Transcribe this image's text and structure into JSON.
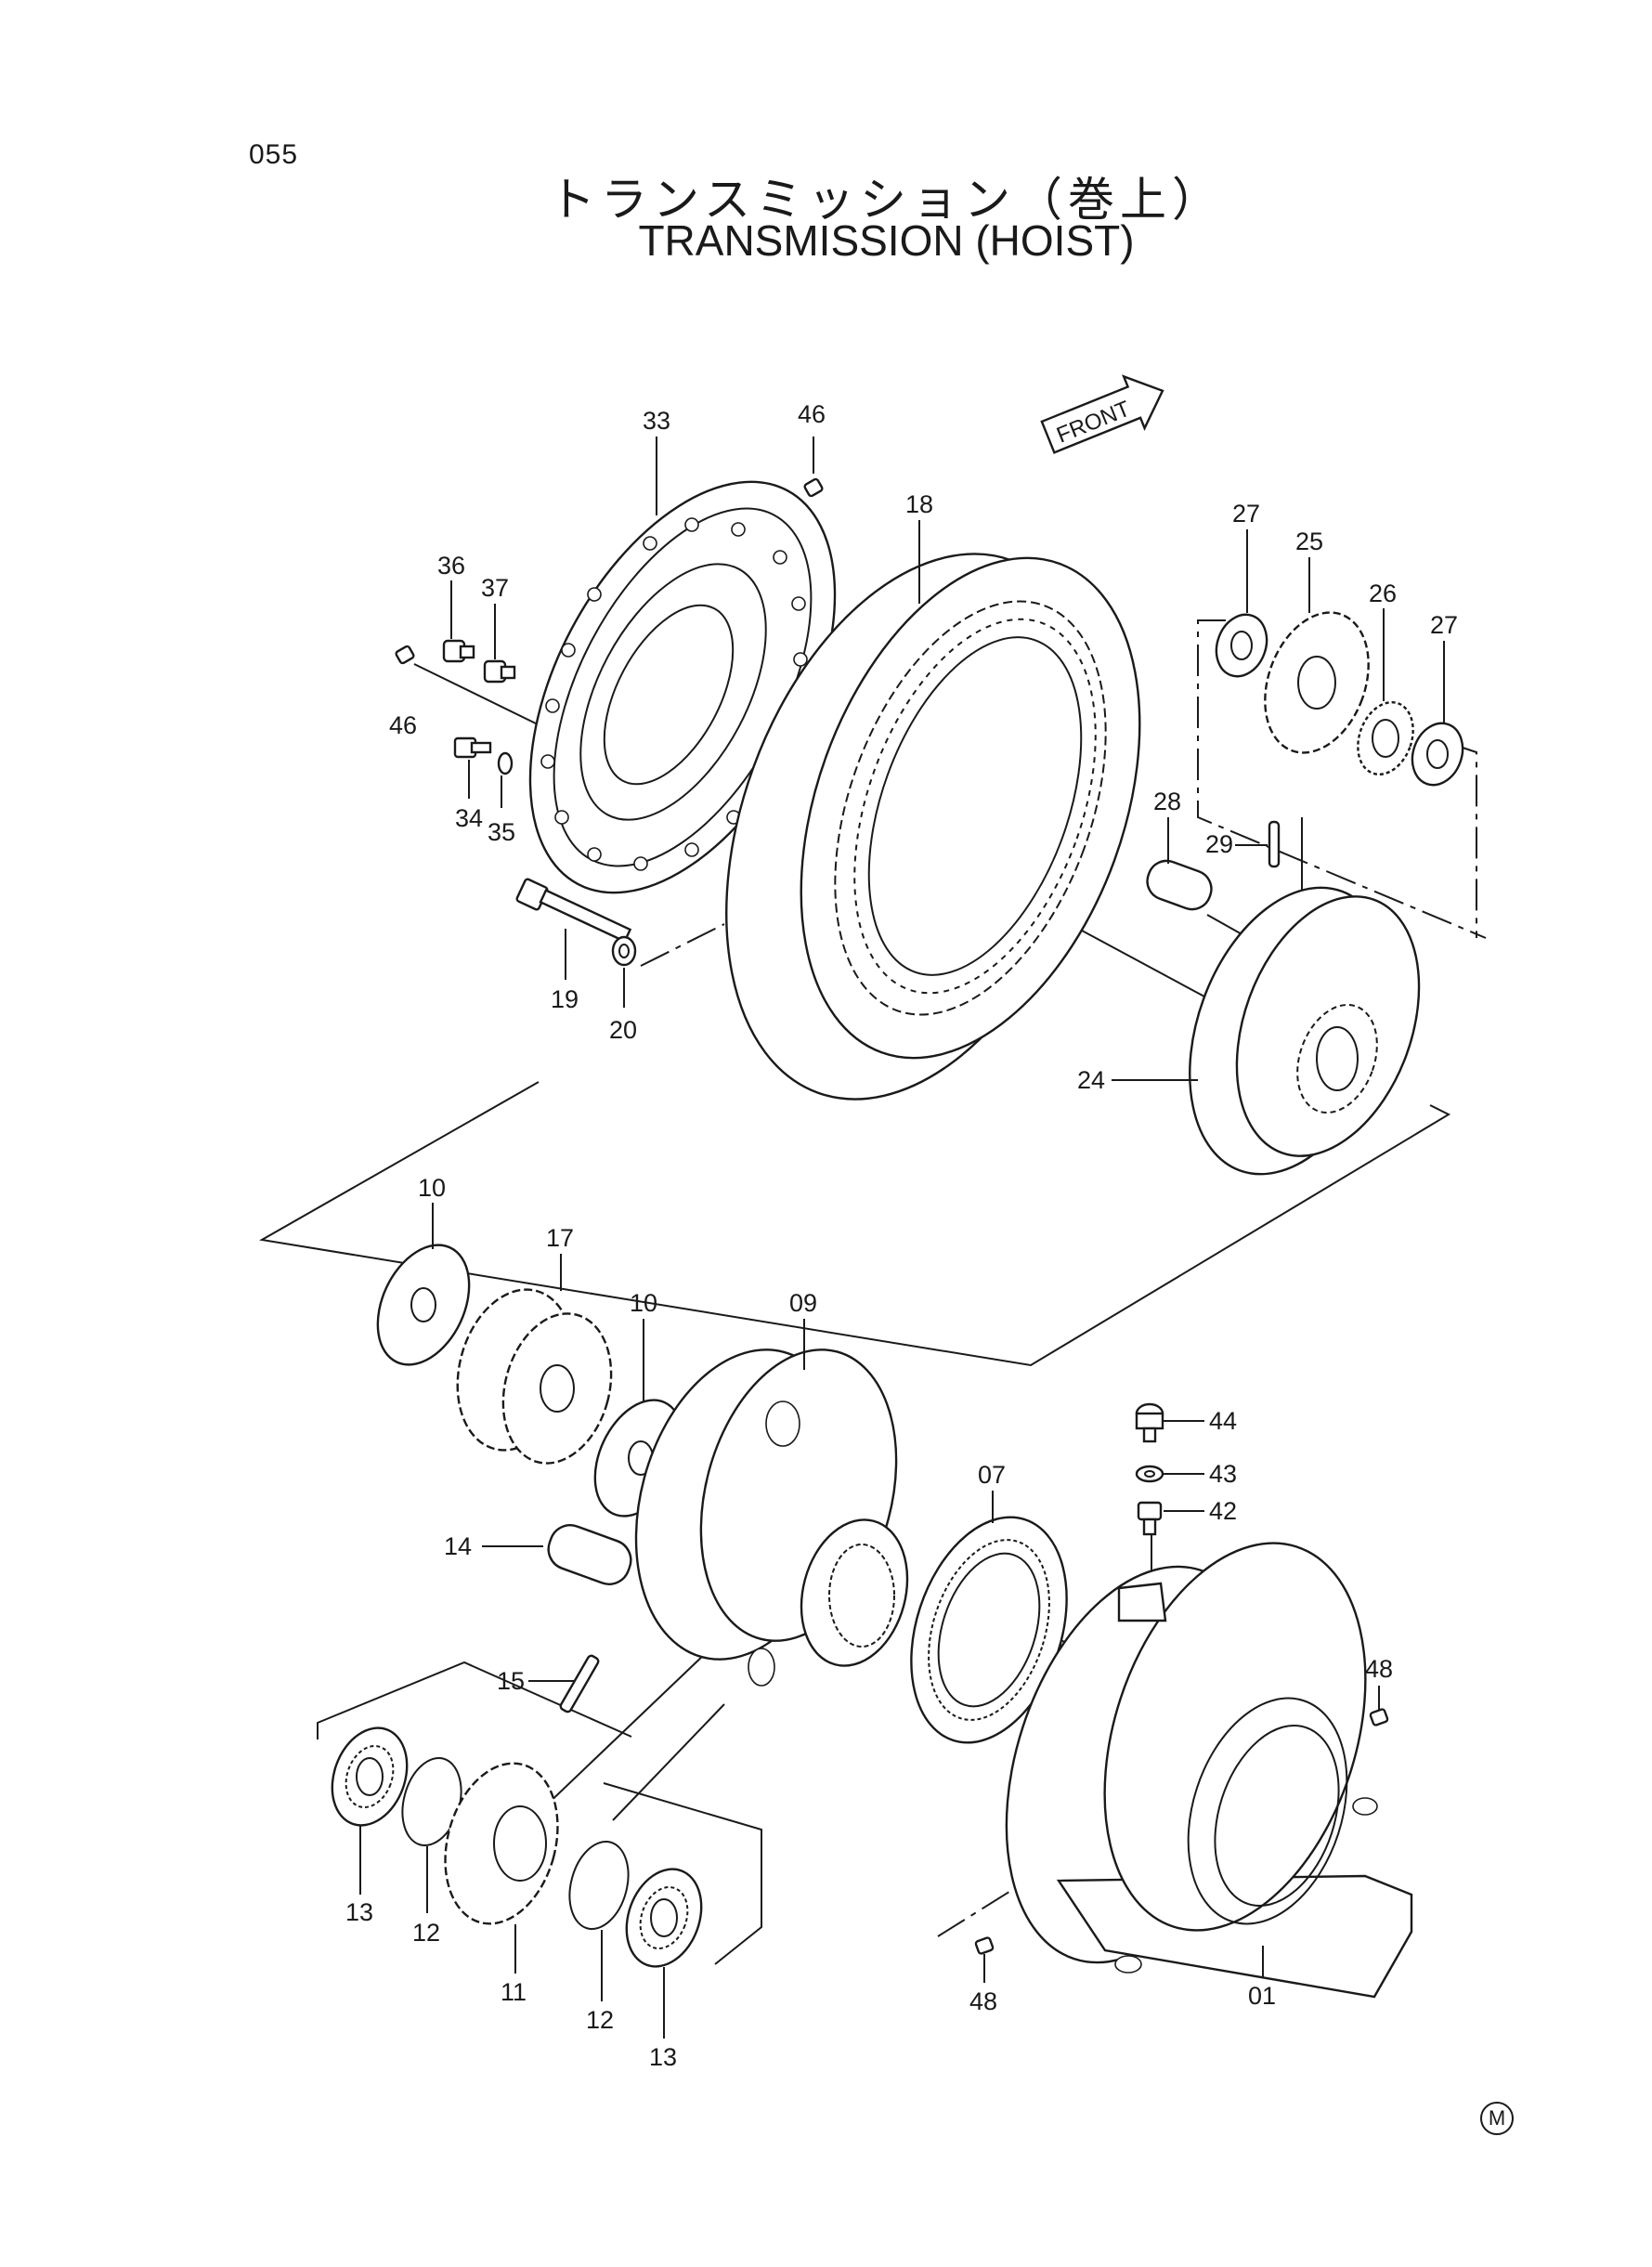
{
  "page_number": "055",
  "title_japanese": "トランスミッション（巻上）",
  "title_english": "TRANSMISSION (HOIST)",
  "front_marker": "FRONT",
  "corner_mark": "M",
  "callouts": [
    "33",
    "46",
    "18",
    "36",
    "37",
    "46",
    "34",
    "35",
    "19",
    "20",
    "27",
    "25",
    "26",
    "27",
    "28",
    "29",
    "24",
    "10",
    "17",
    "10",
    "09",
    "07",
    "44",
    "43",
    "42",
    "14",
    "15",
    "48",
    "13",
    "12",
    "11",
    "12",
    "13",
    "48",
    "01"
  ]
}
